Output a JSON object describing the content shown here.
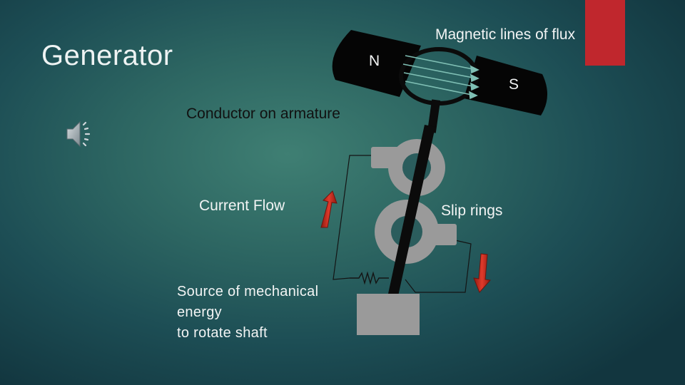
{
  "slide": {
    "title": "Generator",
    "accent_color": "#c0272d",
    "audio_icon": "speaker-icon"
  },
  "labels": {
    "magnetic_flux": "Magnetic lines of flux",
    "north_pole": "N",
    "south_pole": "S",
    "conductor": "Conductor on armature",
    "current_flow": "Current Flow",
    "slip_rings": "Slip rings",
    "mechanical_source": [
      "Source of mechanical",
      "energy",
      "to rotate shaft"
    ]
  },
  "colors": {
    "magnet": "#050505",
    "slip_ring": "#9a9a9a",
    "current_arrow": "#c8281e",
    "flux_lines": "#7fbfb4"
  }
}
